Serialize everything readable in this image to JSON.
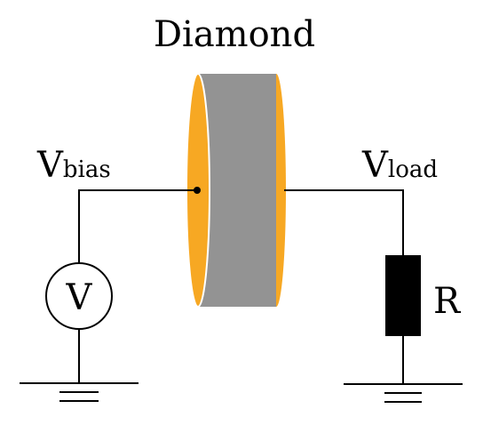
{
  "title": "Diamond",
  "bias": {
    "main": "V",
    "sub": "bias"
  },
  "load": {
    "main": "V",
    "sub": "load"
  },
  "voltmeter_symbol": "V",
  "resistor_label": "R",
  "colors": {
    "diamond_face": "#F7A823",
    "diamond_body": "#939393",
    "resistor": "#000000",
    "wire": "#000000"
  }
}
